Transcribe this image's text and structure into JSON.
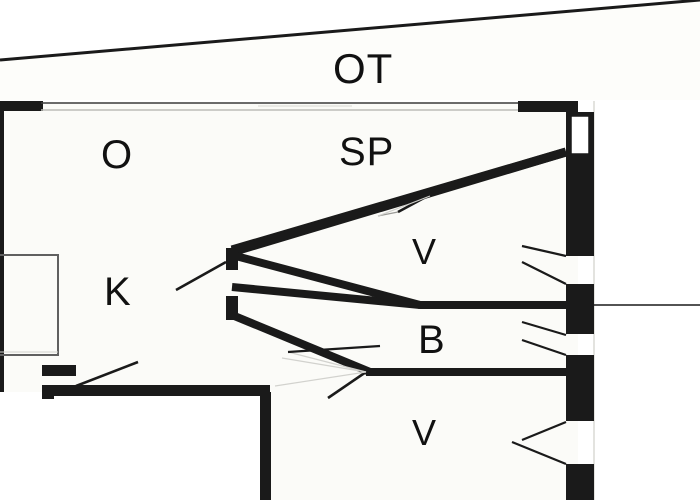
{
  "plan": {
    "title": "Apartment floor plan",
    "background_color": "#ffffff",
    "wall_color": "#1a1a1a",
    "thin_line_color": "#333333",
    "interior_fill": "#fbfbf8",
    "labels": {
      "ot": "OT",
      "o": "O",
      "sp": "SP",
      "k": "K",
      "b": "B",
      "v_upper": "V",
      "v_lower": "V"
    },
    "rooms": [
      {
        "code": "OT",
        "label": "OT",
        "position": "top-exterior-terrace"
      },
      {
        "code": "O",
        "label": "O",
        "position": "upper-left"
      },
      {
        "code": "SP",
        "label": "SP",
        "position": "upper-center"
      },
      {
        "code": "K",
        "label": "K",
        "position": "mid-left"
      },
      {
        "code": "V",
        "label": "V",
        "position": "mid-right-upper"
      },
      {
        "code": "B",
        "label": "B",
        "position": "lower-center"
      },
      {
        "code": "V",
        "label": "V",
        "position": "lower-right"
      }
    ],
    "features": {
      "roof_line": "slanted-top-edge",
      "top_window_band": "continuous-glazing",
      "right_wall_openings": 4,
      "door_swings": 6,
      "left_bay": "thin-outline-projection"
    }
  }
}
